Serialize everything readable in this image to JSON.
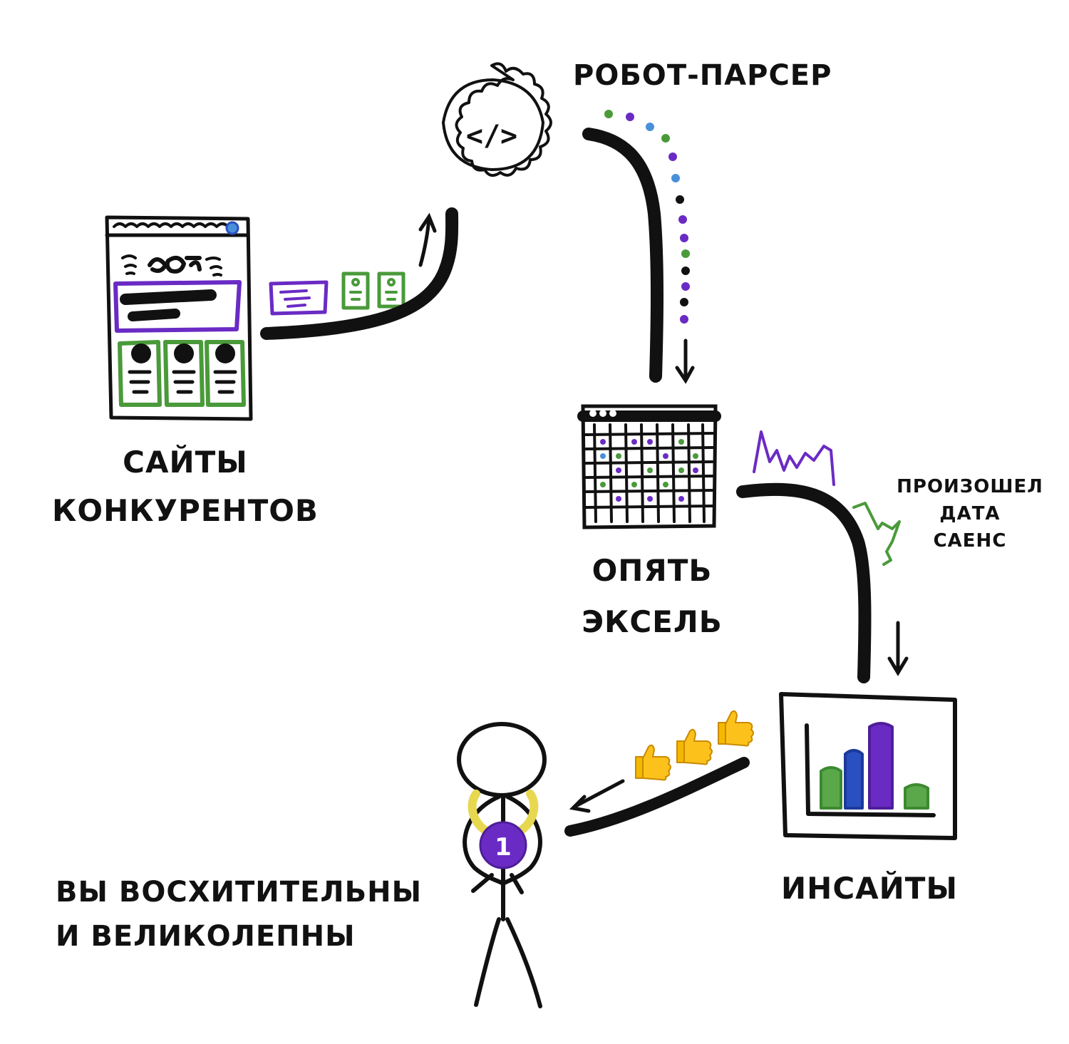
{
  "labels": {
    "robot_parser": "РОБОТ-ПАРСЕР",
    "competitor_sites_line1": "САЙТЫ",
    "competitor_sites_line2": "КОНКУРЕНТОВ",
    "excel_line1": "ОПЯТЬ",
    "excel_line2": "ЭКСЕЛЬ",
    "data_science_line1": "ПРОИЗОШЕЛ",
    "data_science_line2": "ДАТА",
    "data_science_line3": "САЕНС",
    "insights": "ИНСАЙТЫ",
    "you_line1": "ВЫ ВОСХИТИТЕЛЬНЫ",
    "you_line2": "И ВЕЛИКОЛЕПНЫ",
    "code_glyph": "</>",
    "medal_number": "1"
  },
  "colors": {
    "ink": "#111111",
    "purple": "#6a2bc4",
    "green": "#4a9a3a",
    "blue": "#2a4fc0",
    "light_blue": "#4a90d9",
    "yellow": "#f5c518",
    "medal_ribbon": "#e8d850"
  },
  "icons": [
    "gear-icon",
    "website-icon",
    "spreadsheet-icon",
    "bar-chart-icon",
    "thumbs-up-icon",
    "stick-figure-icon",
    "medal-icon"
  ]
}
